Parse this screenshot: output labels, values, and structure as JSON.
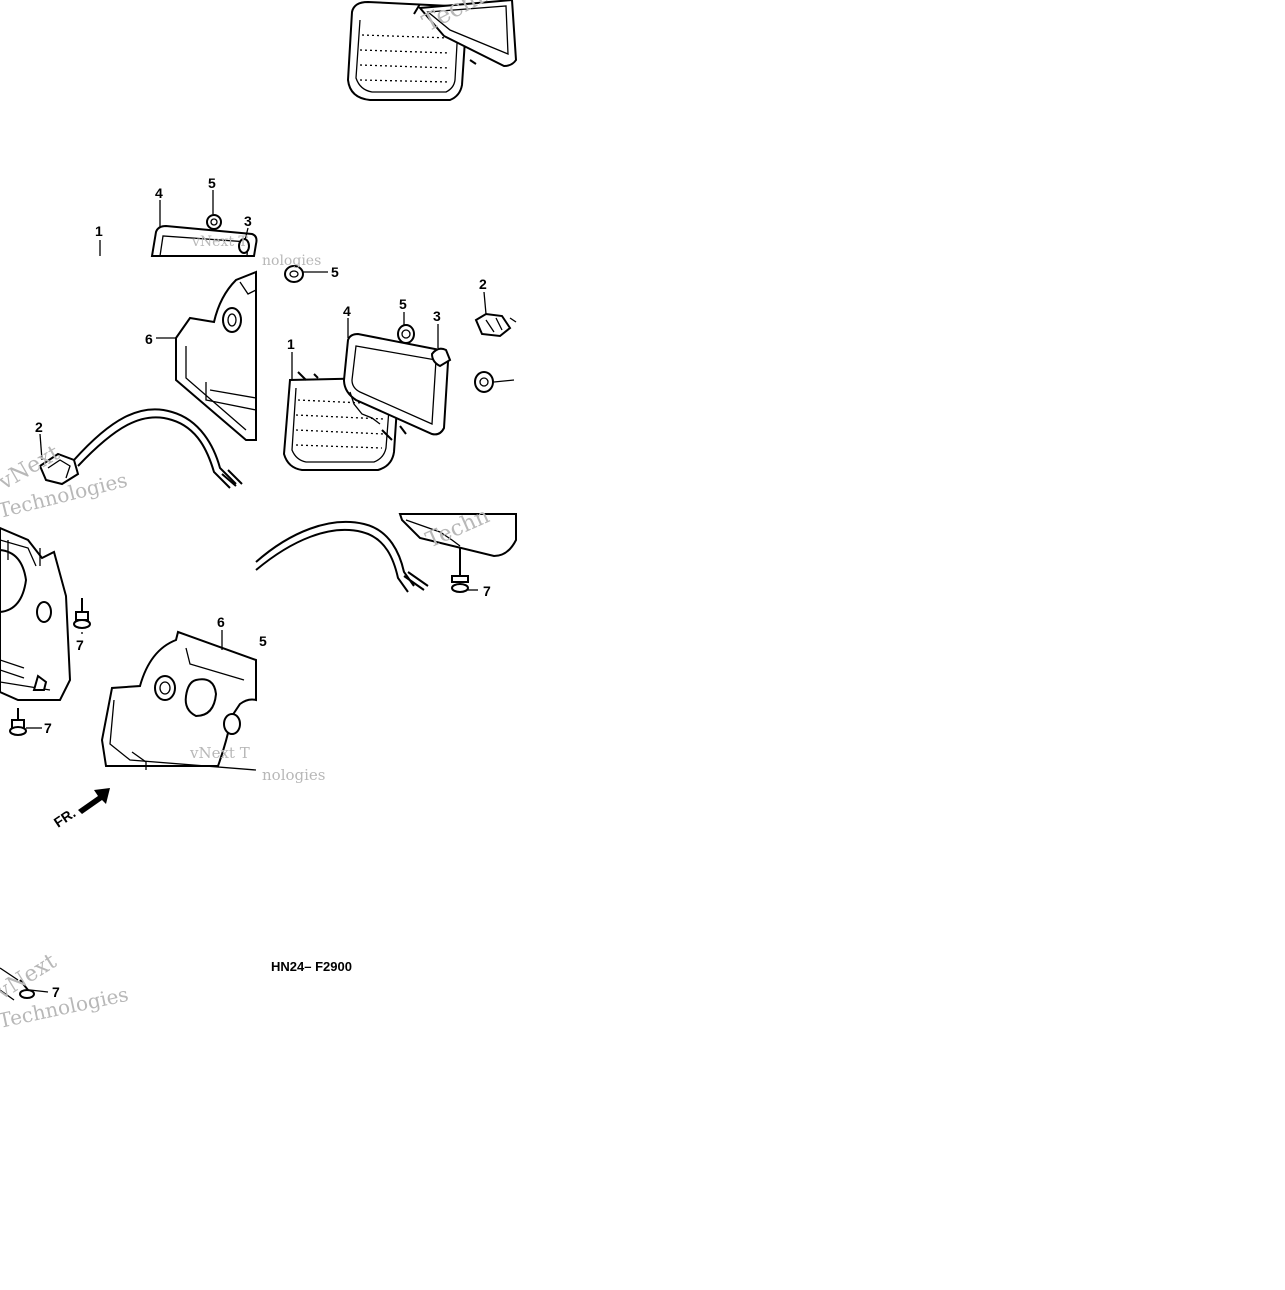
{
  "diagram": {
    "figure_code": "HN24– F2900",
    "front_marker": "FR.",
    "callouts": {
      "p1": "1",
      "p2": "2",
      "p3": "3",
      "p4": "4",
      "p5": "5",
      "p6": "6",
      "p7": "7"
    },
    "watermark": {
      "line1": "vNext",
      "line2": "Technologies",
      "tile_a": "Techn",
      "tile_b": "nologies",
      "tile_c": "vNext T"
    }
  }
}
